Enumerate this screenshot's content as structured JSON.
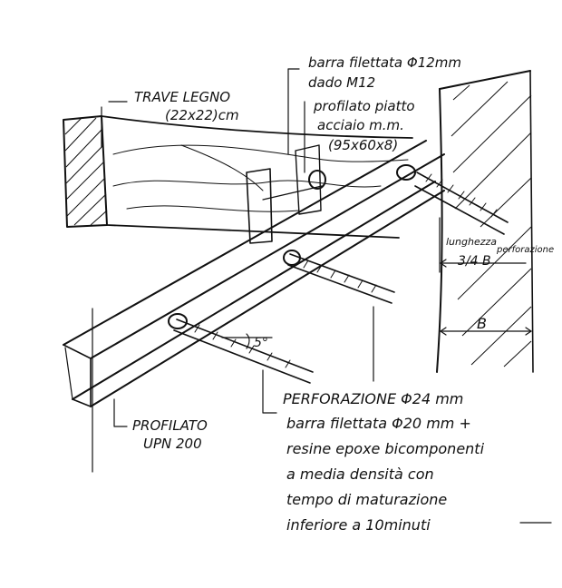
{
  "labels": {
    "trave_line1": "TRAVE LEGNO",
    "trave_line2": "(22x22)cm",
    "barra_line1": "barra filettata Φ12mm",
    "barra_line2": "dado M12",
    "piatto_line1": "profilato piatto",
    "piatto_line2": "acciaio m.m.",
    "piatto_line3": "(95x60x8)",
    "lunghezza_line1": "lunghezza",
    "lunghezza_line2": "perforazione",
    "lunghezza_value": "3/4 B",
    "b_dim": "B",
    "angle": "5°",
    "profilato_line1": "PROFILATO",
    "profilato_line2": "UPN 200",
    "perf_line1": "PERFORAZIONE Φ24 mm",
    "perf_line2": "barra filettata Φ20 mm +",
    "perf_line3": "resine epoxe bicomponenti",
    "perf_line4": "a media densità con",
    "perf_line5": "tempo di maturazione",
    "perf_line6": "inferiore a 10minuti"
  }
}
